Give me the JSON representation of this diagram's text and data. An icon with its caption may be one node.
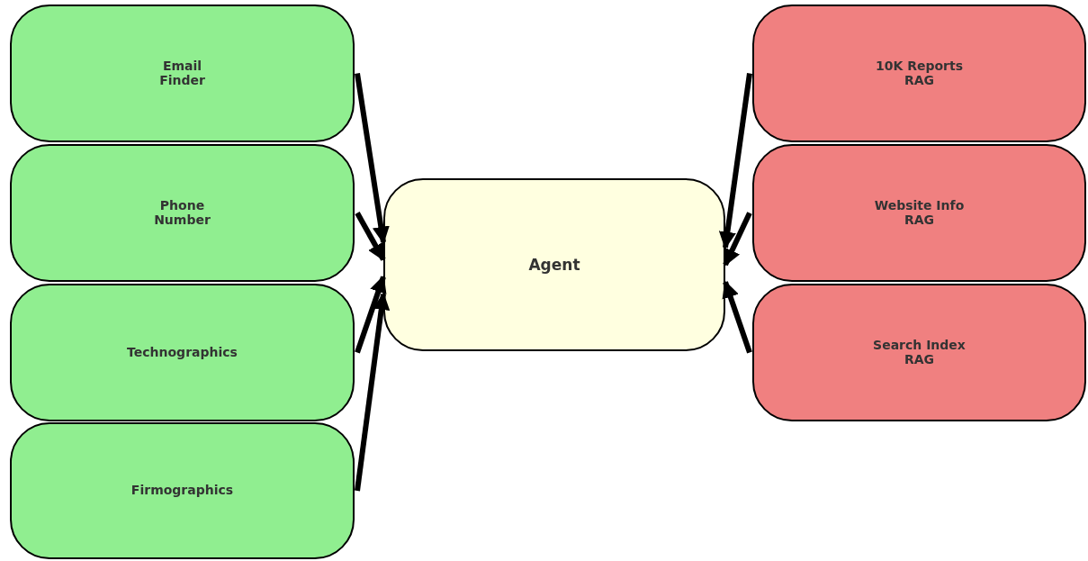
{
  "diagram": {
    "nodes": [
      {
        "text": [
          "Email Finder"
        ]
      },
      {
        "text": [
          "Phone Number"
        ]
      },
      {
        "text": [
          "Technographics"
        ]
      },
      {
        "text": [
          "Firmographics"
        ]
      },
      {
        "text": [
          "Agent"
        ]
      },
      {
        "text": [
          "10K Reports RAG"
        ]
      },
      {
        "text": [
          "Website Info RAG"
        ]
      },
      {
        "text": [
          "Search Index RAG"
        ]
      }
    ],
    "edges": [
      {
        "from": 0,
        "to": 4,
        "arrow": "to"
      },
      {
        "from": 1,
        "to": 4,
        "arrow": "to"
      },
      {
        "from": 2,
        "to": 4,
        "arrow": "to"
      },
      {
        "from": 3,
        "to": 4,
        "arrow": "to"
      },
      {
        "from": 5,
        "to": 4,
        "arrow": "to"
      },
      {
        "from": 6,
        "to": 4,
        "arrow": "to"
      },
      {
        "from": 7,
        "to": 4,
        "arrow": "to"
      }
    ]
  }
}
